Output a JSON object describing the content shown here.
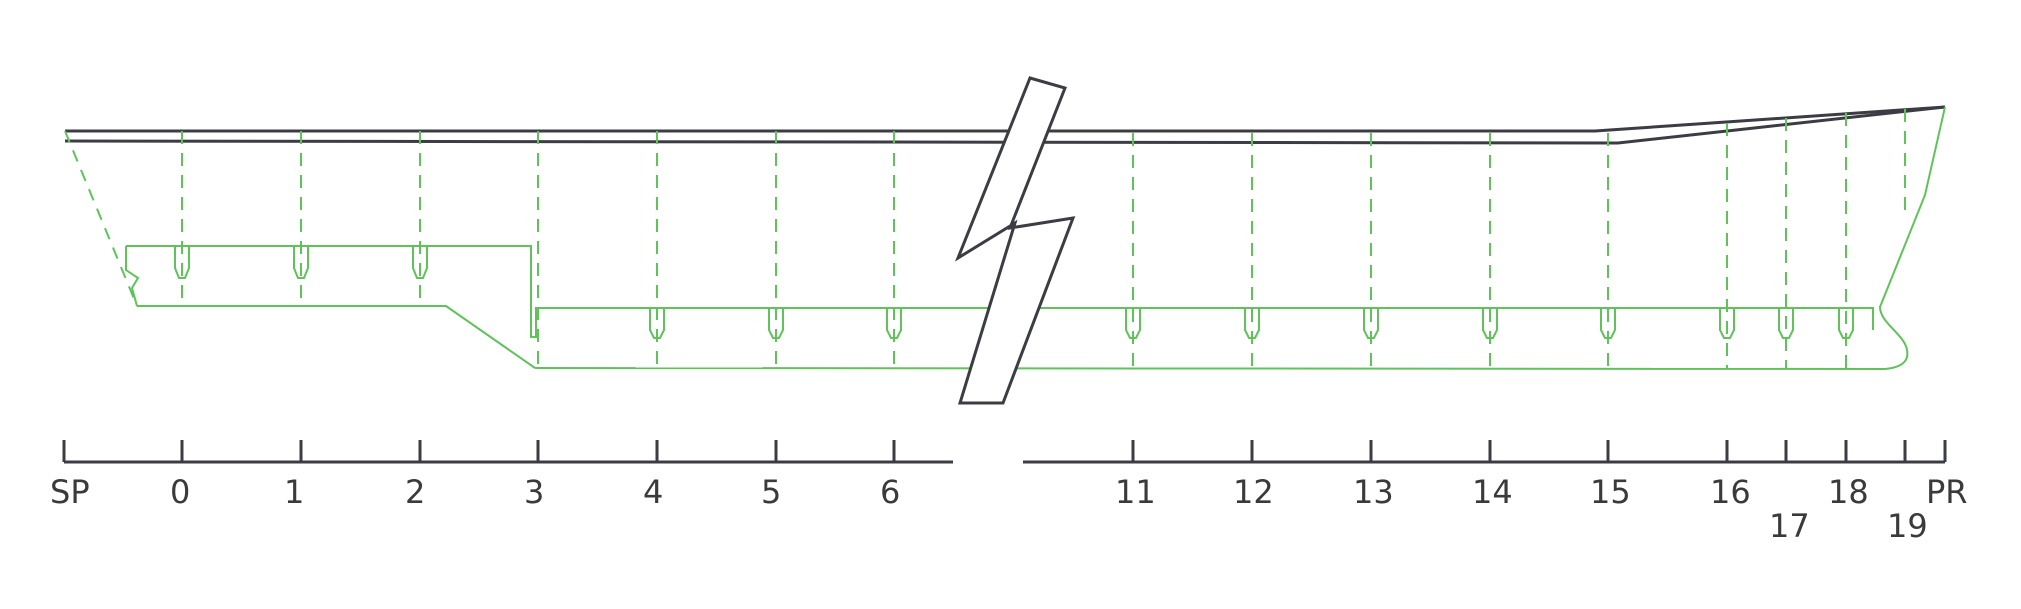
{
  "colors": {
    "hull": "#5fc35a",
    "deck": "#3c3c44",
    "frame": "#5fc35a",
    "scale": "#3c3c44",
    "break": "#3c3c44"
  },
  "scale_labels": [
    {
      "id": "sp",
      "text": "SP"
    },
    {
      "id": "0",
      "text": "0"
    },
    {
      "id": "1",
      "text": "1"
    },
    {
      "id": "2",
      "text": "2"
    },
    {
      "id": "3",
      "text": "3"
    },
    {
      "id": "4",
      "text": "4"
    },
    {
      "id": "5",
      "text": "5"
    },
    {
      "id": "6",
      "text": "6"
    },
    {
      "id": "11",
      "text": "11"
    },
    {
      "id": "12",
      "text": "12"
    },
    {
      "id": "13",
      "text": "13"
    },
    {
      "id": "14",
      "text": "14"
    },
    {
      "id": "15",
      "text": "15"
    },
    {
      "id": "16",
      "text": "16"
    },
    {
      "id": "17",
      "text": "17"
    },
    {
      "id": "18",
      "text": "18"
    },
    {
      "id": "19",
      "text": "19"
    },
    {
      "id": "pr",
      "text": "PR"
    }
  ]
}
